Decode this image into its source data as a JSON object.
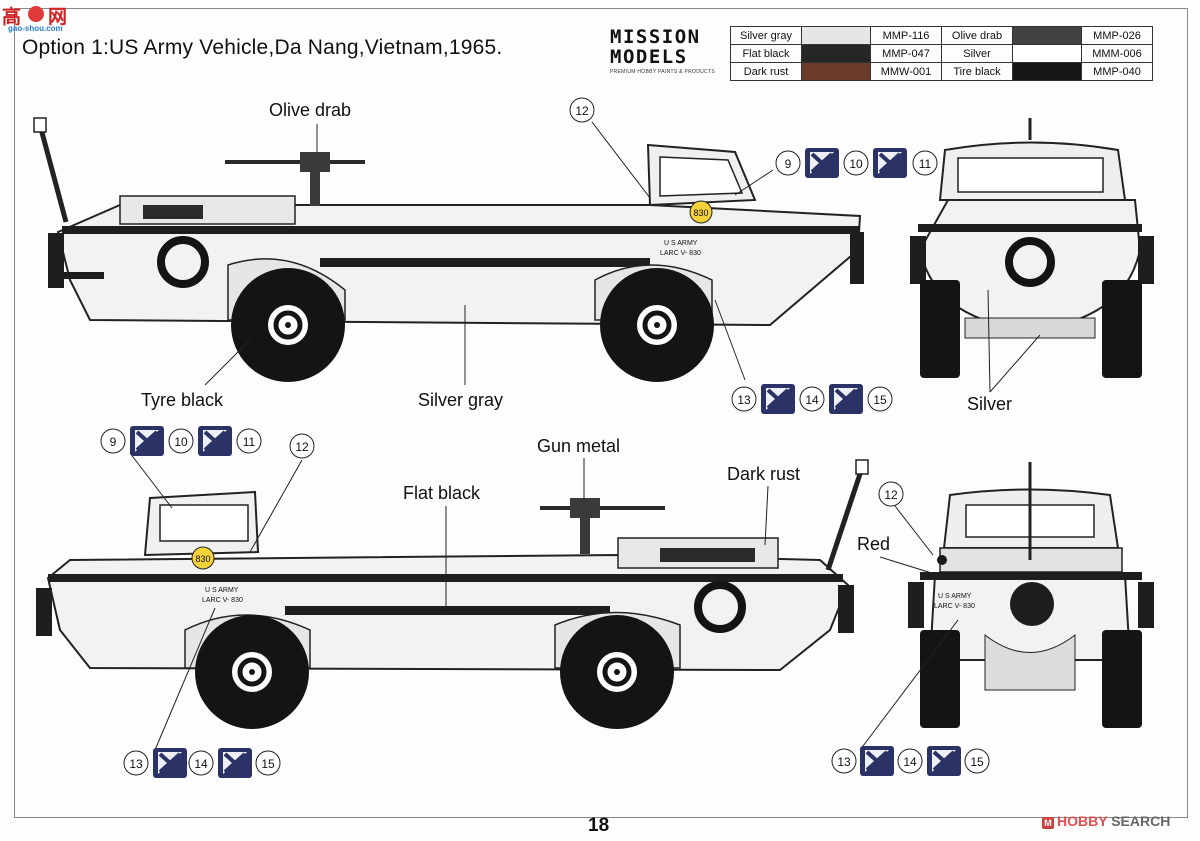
{
  "site_logo": {
    "chars": "高 网",
    "url": "gao-shou.com"
  },
  "title": "Option 1:US Army Vehicle,Da Nang,Vietnam,1965.",
  "brand": {
    "line1": "MISSION",
    "line2": "MODELS",
    "tagline": "PREMIUM HOBBY PAINTS & PRODUCTS"
  },
  "paints": [
    {
      "name": "Silver gray",
      "color": "#e6e6e6",
      "code": "MMP-116",
      "name2": "Olive drab",
      "color2": "#444240",
      "code2": "MMP-026"
    },
    {
      "name": "Flat black",
      "color": "#262626",
      "code": "MMP-047",
      "name2": "Silver",
      "color2": "#ffffff",
      "code2": "MMM-006"
    },
    {
      "name": "Dark rust",
      "color": "#6a3a2a",
      "code": "MMW-001",
      "name2": "Tire black",
      "color2": "#161616",
      "code2": "MMP-040"
    }
  ],
  "labels": {
    "olive_drab": "Olive drab",
    "tyre_black": "Tyre black",
    "silver_gray": "Silver gray",
    "silver": "Silver",
    "gun_metal": "Gun metal",
    "dark_rust": "Dark rust",
    "flat_black": "Flat black",
    "red": "Red"
  },
  "decals": {
    "n9": "9",
    "n10": "10",
    "n11": "11",
    "n12": "12",
    "n13": "13",
    "n14": "14",
    "n15": "15",
    "hull_number": "830",
    "marking_line1": "U S ARMY",
    "marking_line2": "LARC V- 830"
  },
  "page_number": "18",
  "footer": {
    "hobby": "HOBBY",
    "search": "SEARCH"
  }
}
